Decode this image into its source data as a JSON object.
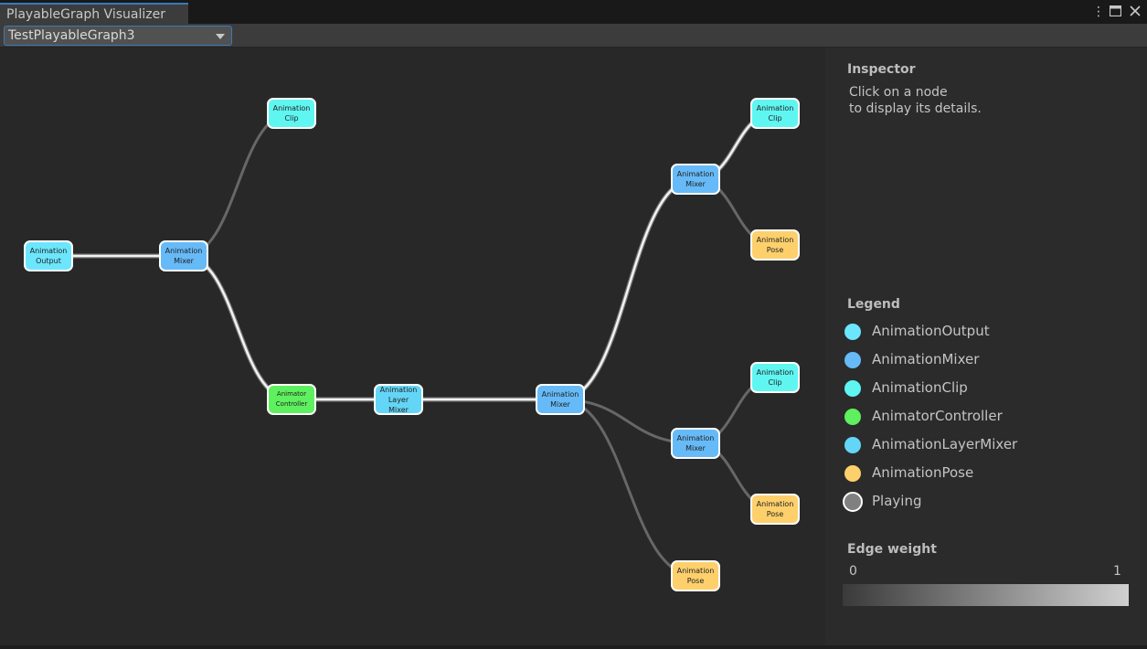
{
  "window": {
    "tab_title": "PlayableGraph Visualizer",
    "menu_icon": "kebab-menu-icon",
    "maximize_icon": "maximize-icon",
    "close_icon": "close-icon"
  },
  "toolbar": {
    "graph_selector_value": "TestPlayableGraph3"
  },
  "graph": {
    "nodes": [
      {
        "id": "output",
        "label": "Animation\nOutput",
        "type": "AnimationOutput"
      },
      {
        "id": "mixer1",
        "label": "Animation\nMixer",
        "type": "AnimationMixer"
      },
      {
        "id": "clip1",
        "label": "Animation\nClip",
        "type": "AnimationClip"
      },
      {
        "id": "controller",
        "label": "Animator\nController",
        "type": "AnimatorController"
      },
      {
        "id": "layermixer",
        "label": "Animation\nLayer\nMixer",
        "type": "AnimationLayerMixer"
      },
      {
        "id": "mixer2",
        "label": "Animation\nMixer",
        "type": "AnimationMixer"
      },
      {
        "id": "mixer3",
        "label": "Animation\nMixer",
        "type": "AnimationMixer"
      },
      {
        "id": "clip2",
        "label": "Animation\nClip",
        "type": "AnimationClip"
      },
      {
        "id": "pose1",
        "label": "Animation\nPose",
        "type": "AnimationPose"
      },
      {
        "id": "mixer4",
        "label": "Animation\nMixer",
        "type": "AnimationMixer"
      },
      {
        "id": "clip3",
        "label": "Animation\nClip",
        "type": "AnimationClip"
      },
      {
        "id": "pose2",
        "label": "Animation\nPose",
        "type": "AnimationPose"
      },
      {
        "id": "pose3",
        "label": "Animation\nPose",
        "type": "AnimationPose"
      }
    ],
    "edges": [
      {
        "from": "output",
        "to": "mixer1",
        "weight": 1
      },
      {
        "from": "mixer1",
        "to": "clip1",
        "weight": 0.3
      },
      {
        "from": "mixer1",
        "to": "controller",
        "weight": 1
      },
      {
        "from": "controller",
        "to": "layermixer",
        "weight": 1
      },
      {
        "from": "layermixer",
        "to": "mixer2",
        "weight": 1
      },
      {
        "from": "mixer2",
        "to": "mixer3",
        "weight": 1
      },
      {
        "from": "mixer2",
        "to": "mixer4",
        "weight": 0.3
      },
      {
        "from": "mixer2",
        "to": "pose3",
        "weight": 0.3
      },
      {
        "from": "mixer3",
        "to": "clip2",
        "weight": 1
      },
      {
        "from": "mixer3",
        "to": "pose1",
        "weight": 0.3
      },
      {
        "from": "mixer4",
        "to": "clip3",
        "weight": 0.3
      },
      {
        "from": "mixer4",
        "to": "pose2",
        "weight": 0.3
      }
    ]
  },
  "inspector": {
    "title": "Inspector",
    "hint": "Click on a node\nto display its details."
  },
  "legend": {
    "title": "Legend",
    "items": [
      {
        "label": "AnimationOutput",
        "color": "#6ce6fc"
      },
      {
        "label": "AnimationMixer",
        "color": "#66baf7"
      },
      {
        "label": "AnimationClip",
        "color": "#5ff6f2"
      },
      {
        "label": "AnimatorController",
        "color": "#5ef05e"
      },
      {
        "label": "AnimationLayerMixer",
        "color": "#63d6f7"
      },
      {
        "label": "AnimationPose",
        "color": "#fdd06c"
      },
      {
        "label": "Playing",
        "color": "#808080"
      }
    ]
  },
  "edge_weight": {
    "title": "Edge weight",
    "min_label": "0",
    "max_label": "1"
  }
}
